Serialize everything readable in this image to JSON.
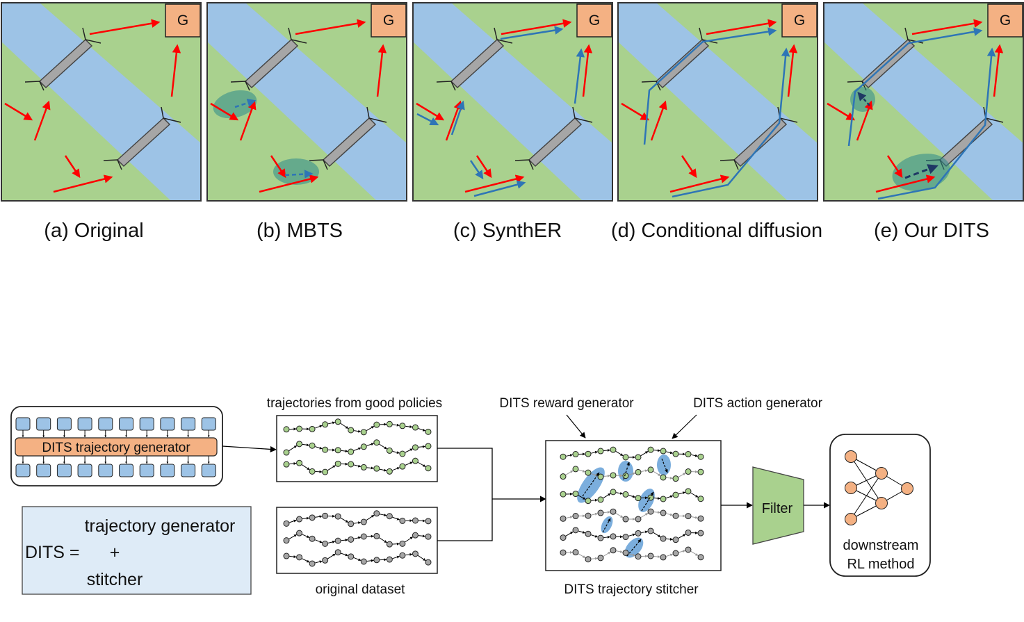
{
  "panels": [
    {
      "caption": "(a) Original",
      "goal_label": "G"
    },
    {
      "caption": "(b) MBTS",
      "goal_label": "G"
    },
    {
      "caption": "(c) SynthER",
      "goal_label": "G"
    },
    {
      "caption": "(d) Conditional diffusion",
      "goal_label": "G"
    },
    {
      "caption": "(e) Our DITS",
      "goal_label": "G"
    }
  ],
  "pipeline": {
    "generator_label": "DITS trajectory generator",
    "good_policies_label": "trajectories from good policies",
    "original_dataset_label": "original dataset",
    "reward_generator_label": "DITS reward generator",
    "action_generator_label": "DITS action generator",
    "stitcher_label": "DITS trajectory stitcher",
    "filter_label": "Filter",
    "downstream_line1": "downstream",
    "downstream_line2": "RL method"
  },
  "formula": {
    "lhs": "DITS =",
    "term1": "trajectory generator",
    "plus": "+",
    "term2": "stitcher"
  },
  "colors": {
    "land": "#a9d18e",
    "river": "#9dc3e6",
    "bridge": "#a6a6a6",
    "goal": "#f4b183",
    "red_arrow": "#ff0000",
    "blue_arrow": "#2e75b6",
    "ellipse": "#2e8b8b",
    "generator_box": "#f4b183",
    "token": "#9dc3e6",
    "filter": "#a9d18e",
    "formula_box": "#deebf7",
    "green_node": "#a9d18e",
    "gray_node": "#a6a6a6",
    "stitch_ellipse": "#5b9bd5",
    "nn_node": "#f4b183"
  }
}
